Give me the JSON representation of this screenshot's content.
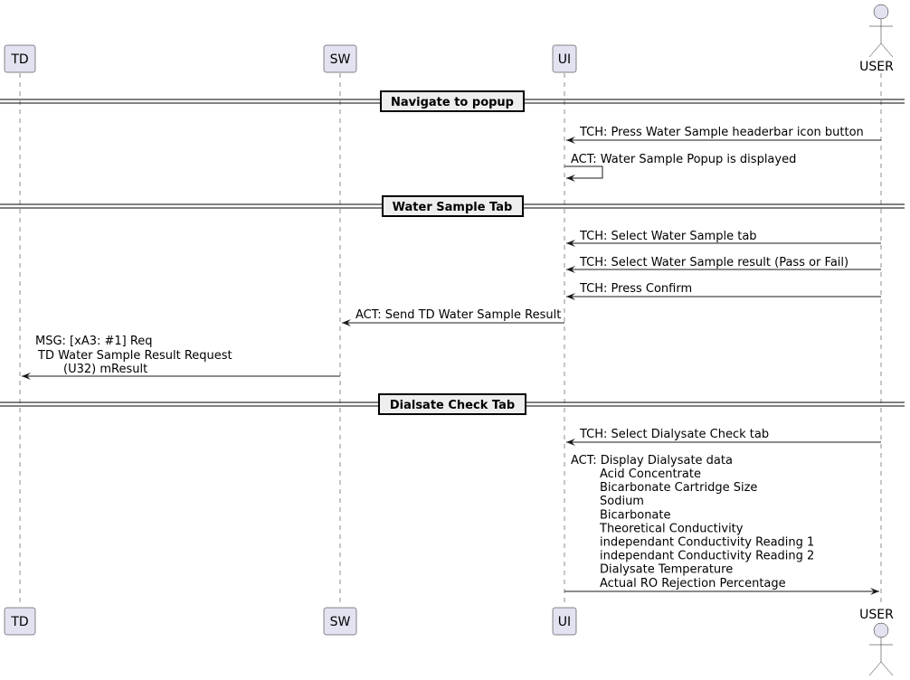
{
  "participants": {
    "td": "TD",
    "sw": "SW",
    "ui": "UI",
    "user": "USER"
  },
  "dividers": {
    "navigate": "Navigate to popup",
    "water_sample": "Water Sample Tab",
    "dialysate": "Dialsate Check Tab"
  },
  "messages": {
    "press_icon": "TCH: Press Water Sample headerbar icon button",
    "popup_displayed": "ACT: Water Sample Popup is displayed",
    "select_tab": "TCH: Select Water Sample tab",
    "select_result": "TCH: Select Water Sample result (Pass or Fail)",
    "press_confirm": "TCH: Press Confirm",
    "send_result": "ACT: Send TD Water Sample Result",
    "msg_req": {
      "line1": "MSG: [xA3: #1] Req",
      "line2": "TD Water Sample Result Request",
      "line3": "(U32)  mResult"
    },
    "select_dialysate": "TCH: Select Dialysate Check tab",
    "display_dialysate": {
      "head": "ACT: Display Dialysate data",
      "items": [
        "Acid Concentrate",
        "Bicarbonate Cartridge Size",
        "Sodium",
        "Bicarbonate",
        "Theoretical Conductivity",
        "independant Conductivity Reading 1",
        "independant Conductivity Reading 2",
        "Dialysate Temperature",
        "Actual RO Rejection Percentage"
      ]
    }
  }
}
